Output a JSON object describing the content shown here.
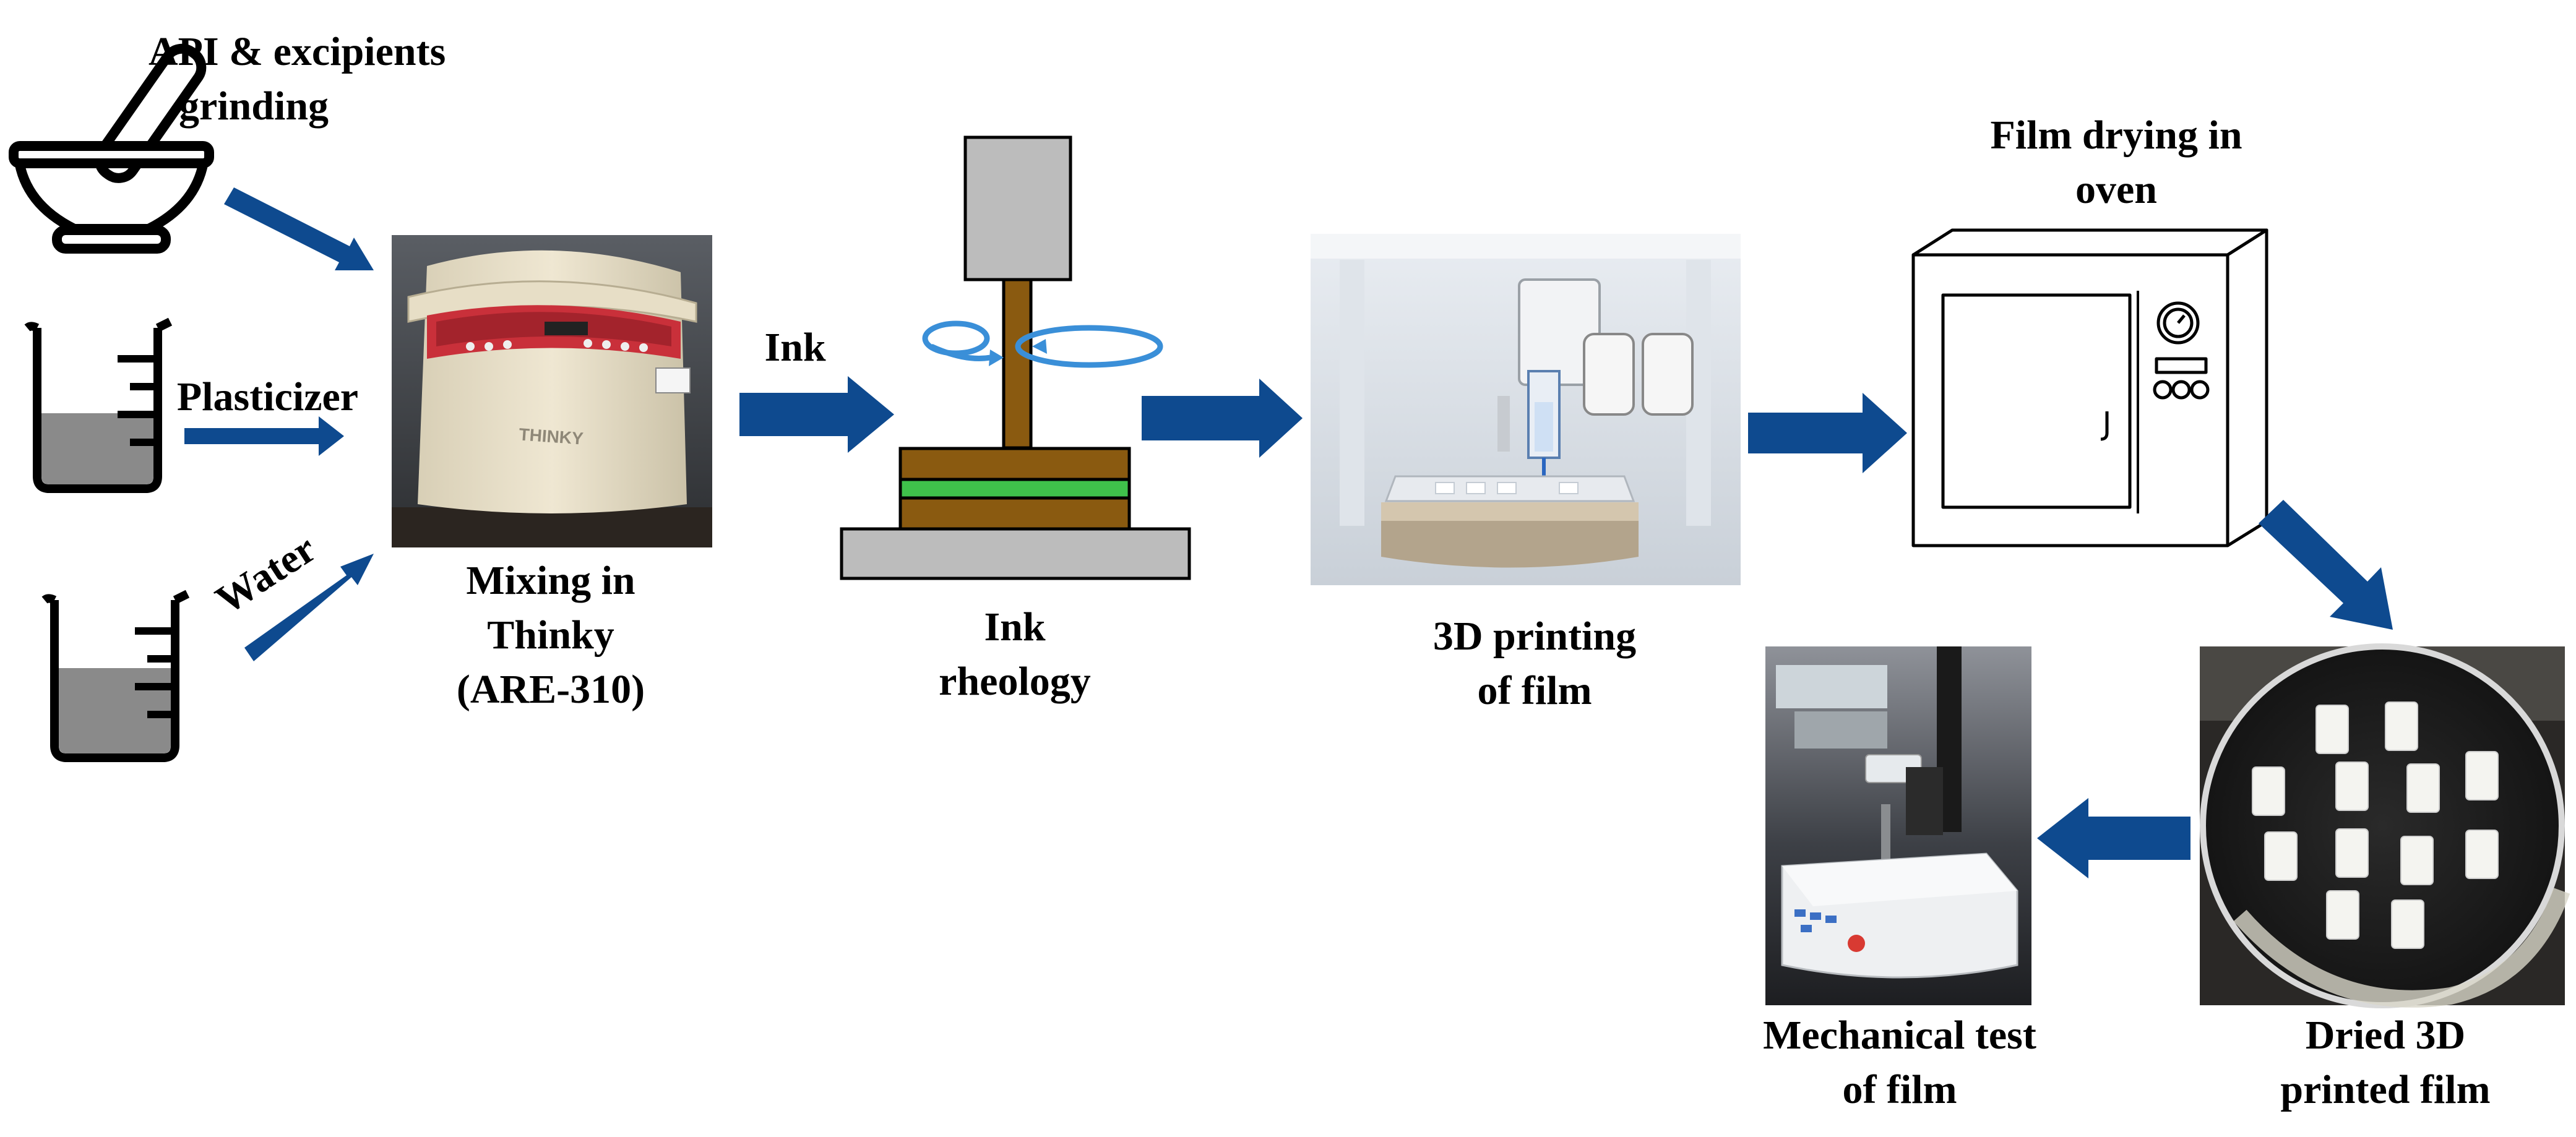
{
  "labels": {
    "api_grinding": [
      "API & excipients",
      "grinding"
    ],
    "plasticizer": "Plasticizer",
    "water": "Water",
    "mixing": [
      "Mixing in",
      "Thinky",
      "(ARE-310)"
    ],
    "ink": "Ink",
    "ink_rheology": [
      "Ink",
      "rheology"
    ],
    "printing": [
      "3D printing",
      "of film"
    ],
    "drying": [
      "Film drying in",
      "oven"
    ],
    "dried_film": [
      "Dried 3D",
      "printed film"
    ],
    "mechanical_test": [
      "Mechanical test",
      "of film"
    ]
  },
  "photo_text": {
    "thinky_brand": "THINKY"
  },
  "colors": {
    "arrow": "#0e4a8f",
    "rheometer_brown": "#8a5a10",
    "rheometer_green": "#3fc24b",
    "rheometer_gray": "#bcbcbc",
    "rotation_blue": "#3a8fd8",
    "liquid_gray": "#8a8a8a"
  }
}
